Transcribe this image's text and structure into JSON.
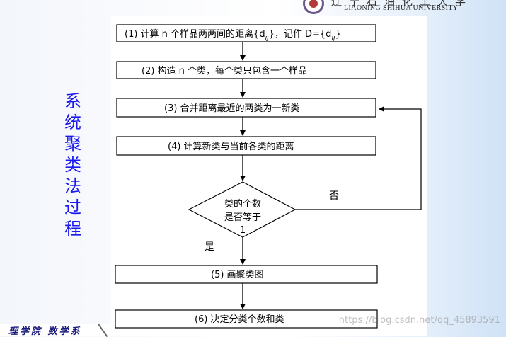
{
  "header": {
    "logo_cn": "辽宁石油化工大学",
    "logo_en": "LIAONING SHIHUA UNIVERSITY"
  },
  "side_title": "系统聚类法过程",
  "steps": [
    {
      "id": "s1",
      "text": "(1)  计算 n 个样品两两间的距离{d",
      "sub": "ij",
      "text2": "}，记作 D={d",
      "sub2": "ij",
      "text3": "}"
    },
    {
      "id": "s2",
      "text": "(2) 构造 n 个类，每个类只包含一个样品"
    },
    {
      "id": "s3",
      "text": "(3) 合并距离最近的两类为一新类"
    },
    {
      "id": "s4",
      "text": "(4) 计算新类与当前各类的距离"
    },
    {
      "id": "s5",
      "text": "(5) 画聚类图"
    },
    {
      "id": "s6",
      "text": "(6) 决定分类个数和类"
    }
  ],
  "decision": {
    "line1": "类的个数",
    "line2": "是否等于",
    "line3": "1"
  },
  "labels": {
    "no": "否",
    "yes": "是"
  },
  "footer": {
    "text": "理学院 数学系",
    "watermark": "https://blog.csdn.net/qq_45893591"
  }
}
